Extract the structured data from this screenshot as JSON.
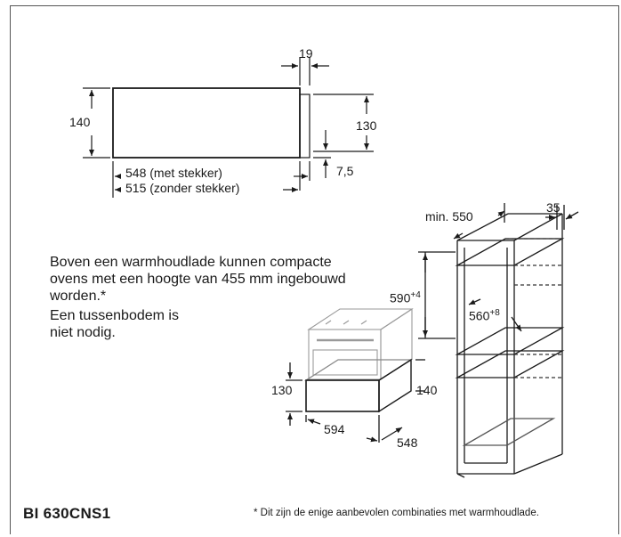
{
  "top_drawing": {
    "dim_top": "19",
    "dim_height_left": "140",
    "dim_height_right": "130",
    "dim_bottom_offset": "7,5",
    "dim_depth_with_plug": "548 (met stekker)",
    "dim_depth_without_plug": "515 (zonder stekker)"
  },
  "cabinet_drawing": {
    "dim_min_depth": "min. 550",
    "dim_side": "35",
    "dim_niche_height": "590",
    "dim_niche_height_tol": "+4",
    "dim_niche_width": "560",
    "dim_niche_width_tol": "+8",
    "dim_drawer_left": "130",
    "dim_drawer_right": "140",
    "dim_drawer_width": "594",
    "dim_drawer_depth": "548"
  },
  "note": {
    "line1": "Boven een warmhoudlade kunnen compacte ovens met een hoogte van 455 mm ingebouwd worden.*",
    "line2": "Een tussenbodem is niet nodig."
  },
  "model": "BI 630CNS1",
  "footnote": "* Dit zijn de enige aanbevolen combinaties met warmhoudlade."
}
